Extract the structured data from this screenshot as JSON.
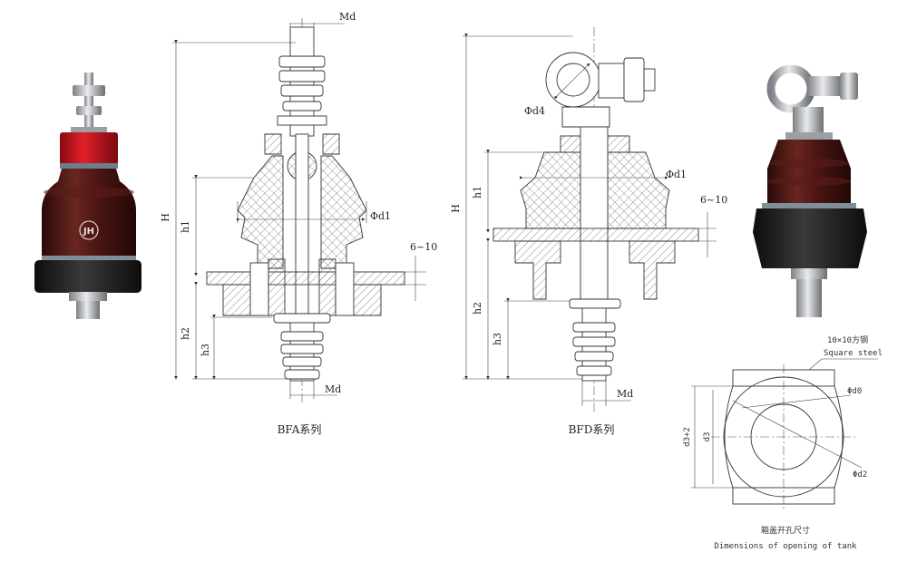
{
  "labels": {
    "md": "Md",
    "h": "H",
    "h1": "h1",
    "h2": "h2",
    "h3": "h3",
    "phi_d1": "Φd1",
    "phi_d4": "Φd4",
    "range": "6~10",
    "phi_d0": "Φd0",
    "phi_d2": "Φd2",
    "d3": "d3",
    "d3_plus_2": "d3+2"
  },
  "captions": {
    "bfa": "BFA系列",
    "bfd": "BFD系列"
  },
  "tank_opening": {
    "square_steel_cn": "10×10方钢",
    "square_steel_en": "Square steel",
    "title_cn": "箱盖开孔尺寸",
    "title_en": "Dimensions of opening of tank"
  },
  "photo_marks": {
    "logo_text": "JH"
  },
  "colors": {
    "porcelain_brown": "#4a1512",
    "cap_red": "#c8101a",
    "base_black": "#1c1c1c",
    "metal": "#b9bcc0"
  }
}
